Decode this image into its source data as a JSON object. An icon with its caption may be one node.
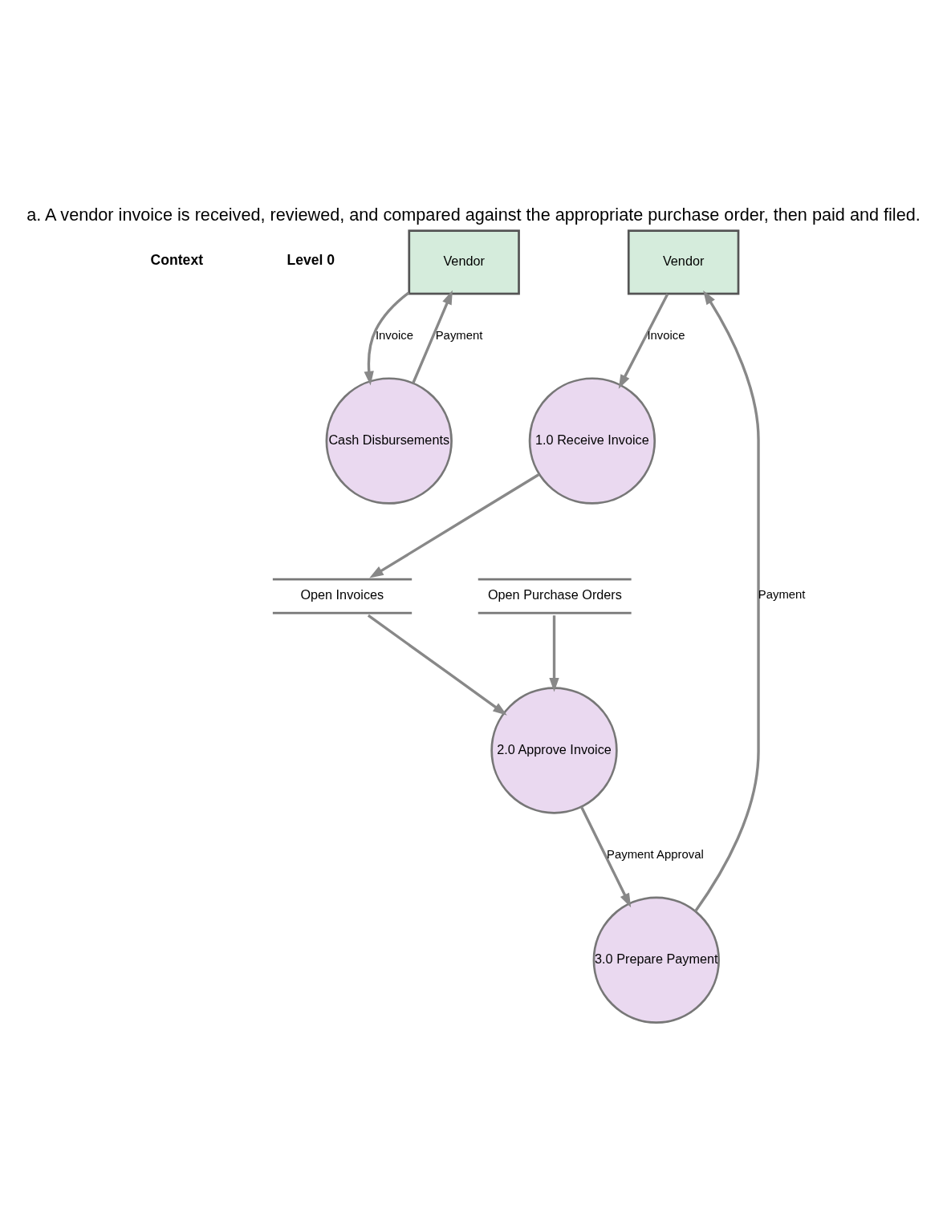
{
  "diagram": {
    "title": "a. A vendor invoice is received, reviewed, and compared against the appropriate purchase order, then paid and filed.",
    "nodes": [
      {
        "text": [
          "Vendor"
        ]
      },
      {
        "text": [
          "Cash Disbursements"
        ]
      },
      {
        "text": [
          "Vendor"
        ]
      },
      {
        "text": [
          "1.0 Receive Invoice"
        ]
      },
      {
        "text": [
          "Open Invoices"
        ]
      },
      {
        "text": [
          "2.0 Approve Invoice"
        ]
      },
      {
        "text": [
          "Open Purchase Orders"
        ]
      },
      {
        "text": [
          "3.0 Prepare Payment"
        ]
      }
    ],
    "edges": [
      {
        "from": 0,
        "to": 1,
        "arrow": "to",
        "label": "Invoice"
      },
      {
        "from": 1,
        "to": 0,
        "arrow": "to",
        "label": "Payment"
      },
      {
        "from": 2,
        "to": 3,
        "arrow": "to",
        "label": "Invoice"
      },
      {
        "from": 3,
        "to": 4,
        "arrow": "to"
      },
      {
        "from": 4,
        "to": 5,
        "arrow": "to"
      },
      {
        "from": 6,
        "to": 5,
        "arrow": "to"
      },
      {
        "from": 5,
        "to": 7,
        "arrow": "to",
        "label": "Payment Approval"
      },
      {
        "from": 7,
        "to": 2,
        "arrow": "to",
        "label": "Payment"
      }
    ],
    "labels": [
      "Context",
      "Level 0"
    ]
  }
}
